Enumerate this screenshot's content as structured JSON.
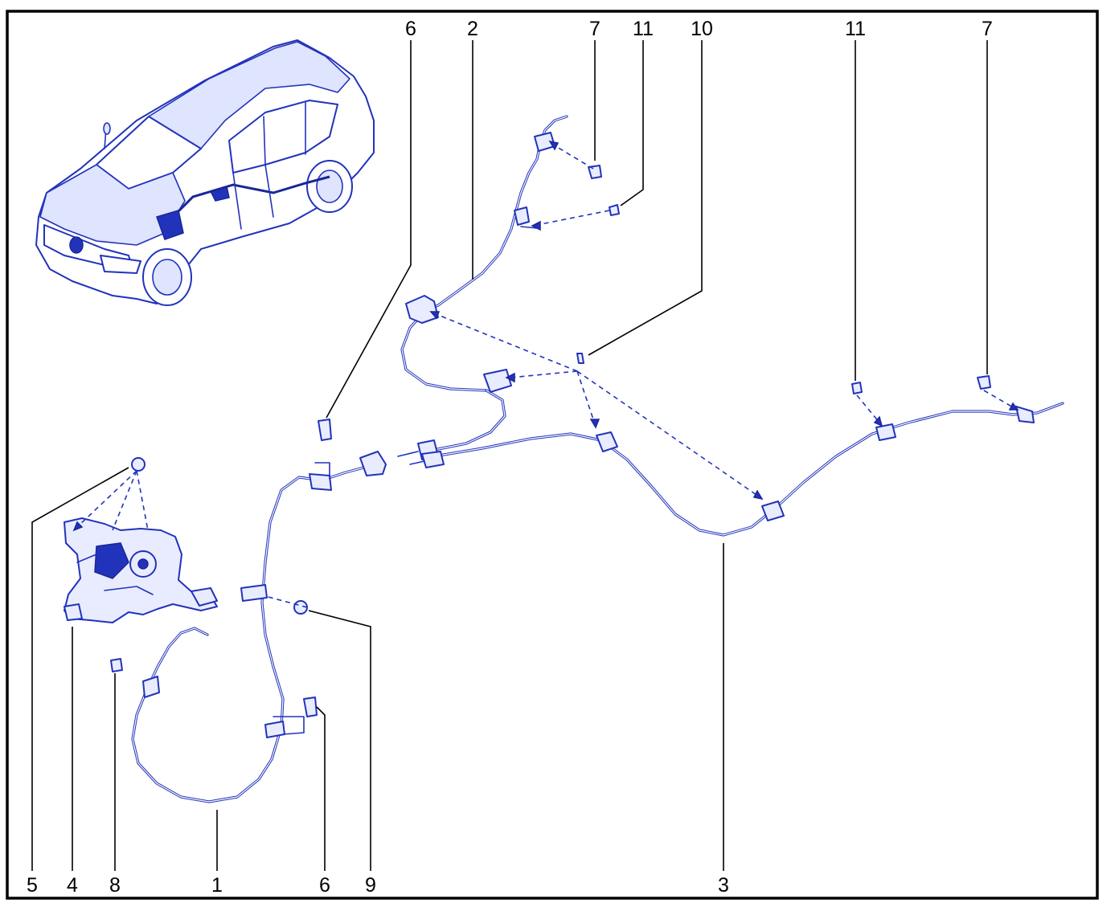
{
  "callouts": [
    {
      "id": "label-6-top",
      "text": "6"
    },
    {
      "id": "label-2",
      "text": "2"
    },
    {
      "id": "label-7-top-left",
      "text": "7"
    },
    {
      "id": "label-11-top-left",
      "text": "11"
    },
    {
      "id": "label-10",
      "text": "10"
    },
    {
      "id": "label-11-top-right",
      "text": "11"
    },
    {
      "id": "label-7-top-right",
      "text": "7"
    },
    {
      "id": "label-5",
      "text": "5"
    },
    {
      "id": "label-4",
      "text": "4"
    },
    {
      "id": "label-8",
      "text": "8"
    },
    {
      "id": "label-1",
      "text": "1"
    },
    {
      "id": "label-6-bottom",
      "text": "6"
    },
    {
      "id": "label-9",
      "text": "9"
    },
    {
      "id": "label-3",
      "text": "3"
    }
  ],
  "colors": {
    "line": "#2233bb",
    "fill": "#e9ecff",
    "frame": "#000000",
    "background": "#ffffff"
  }
}
